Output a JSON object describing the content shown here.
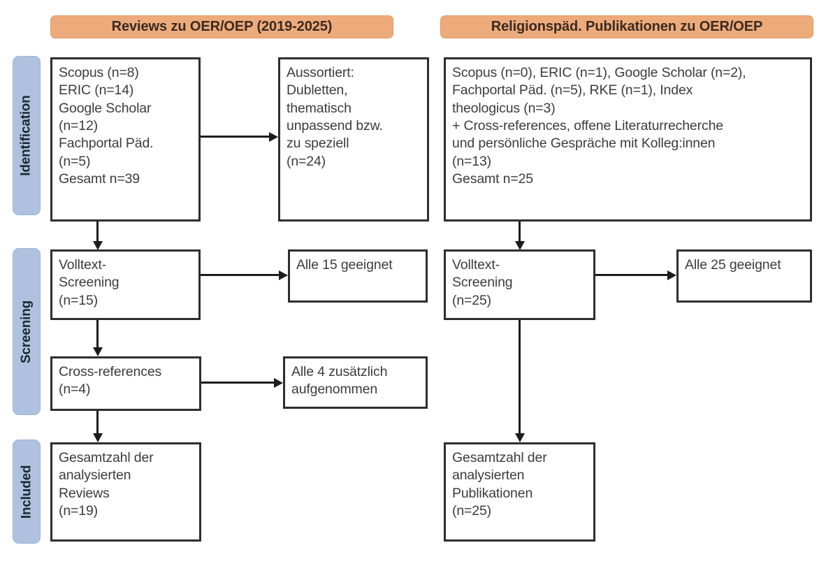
{
  "figure": {
    "type": "prisma-flow-diagram",
    "accent_orange": "#edab7c",
    "accent_blue": "#aec2e0",
    "line_color": "#1c1c1c",
    "box_border": "#2e2e2e",
    "background": "#ffffff"
  },
  "stages": [
    {
      "id": "identification",
      "label": "Identification"
    },
    {
      "id": "screening",
      "label": "Screening"
    },
    {
      "id": "included",
      "label": "Included"
    }
  ],
  "columns": [
    {
      "id": "reviews",
      "header": "Reviews zu OER/OEP (2019-2025)"
    },
    {
      "id": "religionspaed",
      "header": "Religionspäd. Publikationen zu OER/OEP"
    }
  ],
  "boxes": {
    "left_sources": {
      "lines": [
        "Scopus (n=8)",
        "ERIC (n=14)",
        "Google Scholar",
        "(n=12)",
        "Fachportal Päd.",
        "(n=5)",
        "Gesamt n=39"
      ]
    },
    "left_excluded": {
      "lines": [
        "Aussortiert:",
        "Dubletten,",
        "thematisch",
        "unpassend bzw.",
        "zu speziell",
        "(n=24)"
      ]
    },
    "left_fulltext": {
      "lines": [
        "Volltext-",
        "Screening",
        "(n=15)"
      ]
    },
    "left_fulltext_result": {
      "lines": [
        "Alle 15 geeignet"
      ]
    },
    "left_crossrefs": {
      "lines": [
        "Cross-references",
        "(n=4)"
      ]
    },
    "left_crossrefs_result": {
      "lines": [
        "Alle 4 zusätzlich",
        "aufgenommen"
      ]
    },
    "left_included": {
      "lines": [
        "Gesamtzahl der",
        "analysierten",
        "Reviews",
        "(n=19)"
      ]
    },
    "right_sources": {
      "lines": [
        "Scopus (n=0), ERIC (n=1), Google Scholar (n=2),",
        "Fachportal Päd. (n=5), RKE (n=1), Index",
        "theologicus (n=3)",
        "+ Cross-references, offene Literaturrecherche",
        "und persönliche Gespräche mit Kolleg:innen",
        "(n=13)",
        "Gesamt n=25"
      ]
    },
    "right_fulltext": {
      "lines": [
        "Volltext-",
        "Screening",
        "(n=25)"
      ]
    },
    "right_fulltext_result": {
      "lines": [
        "Alle 25 geeignet"
      ]
    },
    "right_included": {
      "lines": [
        "Gesamtzahl der",
        "analysierten",
        "Publikationen",
        "(n=25)"
      ]
    }
  },
  "chart_data": {
    "type": "table",
    "title": "PRISMA-Flussdiagramm: Reviews zu OER/OEP und religionspädagogische Publikationen",
    "columns": [
      "Reviews zu OER/OEP (2019-2025)",
      "Religionspäd. Publikationen zu OER/OEP"
    ],
    "stages": [
      "Identification",
      "Screening",
      "Included"
    ],
    "series": [
      {
        "name": "Reviews zu OER/OEP (2019-2025)",
        "records": [
          {
            "stage": "Identification",
            "label": "Scopus",
            "n": 8
          },
          {
            "stage": "Identification",
            "label": "ERIC",
            "n": 14
          },
          {
            "stage": "Identification",
            "label": "Google Scholar",
            "n": 12
          },
          {
            "stage": "Identification",
            "label": "Fachportal Päd.",
            "n": 5
          },
          {
            "stage": "Identification",
            "label": "Gesamt",
            "n": 39
          },
          {
            "stage": "Identification",
            "label": "Aussortiert: Dubletten, thematisch unpassend bzw. zu speziell",
            "n": 24
          },
          {
            "stage": "Screening",
            "label": "Volltext-Screening",
            "n": 15
          },
          {
            "stage": "Screening",
            "label": "Alle geeignet",
            "n": 15
          },
          {
            "stage": "Screening",
            "label": "Cross-references",
            "n": 4
          },
          {
            "stage": "Screening",
            "label": "Alle zusätzlich aufgenommen",
            "n": 4
          },
          {
            "stage": "Included",
            "label": "Gesamtzahl der analysierten Reviews",
            "n": 19
          }
        ]
      },
      {
        "name": "Religionspäd. Publikationen zu OER/OEP",
        "records": [
          {
            "stage": "Identification",
            "label": "Scopus",
            "n": 0
          },
          {
            "stage": "Identification",
            "label": "ERIC",
            "n": 1
          },
          {
            "stage": "Identification",
            "label": "Google Scholar",
            "n": 2
          },
          {
            "stage": "Identification",
            "label": "Fachportal Päd.",
            "n": 5
          },
          {
            "stage": "Identification",
            "label": "RKE",
            "n": 1
          },
          {
            "stage": "Identification",
            "label": "Index theologicus",
            "n": 3
          },
          {
            "stage": "Identification",
            "label": "Cross-references, offene Literaturrecherche und persönliche Gespräche mit Kolleg:innen",
            "n": 13
          },
          {
            "stage": "Identification",
            "label": "Gesamt",
            "n": 25
          },
          {
            "stage": "Screening",
            "label": "Volltext-Screening",
            "n": 25
          },
          {
            "stage": "Screening",
            "label": "Alle geeignet",
            "n": 25
          },
          {
            "stage": "Included",
            "label": "Gesamtzahl der analysierten Publikationen",
            "n": 25
          }
        ]
      }
    ]
  }
}
